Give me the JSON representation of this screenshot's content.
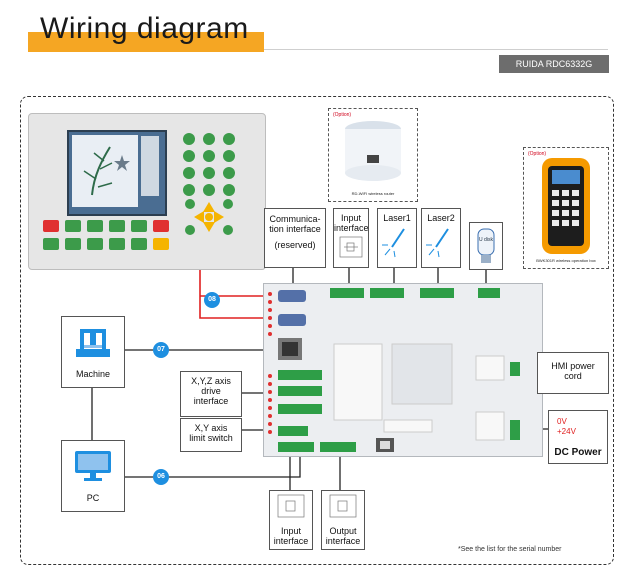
{
  "header": {
    "title": "Wiring diagram",
    "model": "RUIDA RDC6332G"
  },
  "labels": {
    "comm_l1": "Communica-",
    "comm_l2": "tion interface",
    "comm_l3": "(reserved)",
    "input_top_l1": "Input",
    "input_top_l2": "interface",
    "laser1": "Laser1",
    "laser2": "Laser2",
    "udisk": "U disk",
    "machine": "Machine",
    "pc": "PC",
    "xyz_l1": "X,Y,Z axis",
    "xyz_l2": "drive",
    "xyz_l3": "interface",
    "xy_l1": "X,Y axis",
    "xy_l2": "limit switch",
    "input_bottom_l1": "Input",
    "input_bottom_l2": "interface",
    "output_l1": "Output",
    "output_l2": "interface",
    "hmi_l1": "HMI power",
    "hmi_l2": "cord",
    "v0": "0V",
    "v24": "+24V",
    "dc_power": "DC Power",
    "router_option": "(Option)",
    "router_caption": "RD-WIFI wireless router",
    "handbox_option": "(Option)",
    "handbox_caption": "BWK301R wireless operation box",
    "footnote": "*See the list for the serial number"
  },
  "connections": {
    "c08": "08",
    "c07": "07",
    "c06": "06"
  },
  "colors": {
    "accent": "#f5a623",
    "link_blue": "#1e8fe0",
    "comm_red": "#e02020",
    "terminal_green": "#2e9e47"
  }
}
